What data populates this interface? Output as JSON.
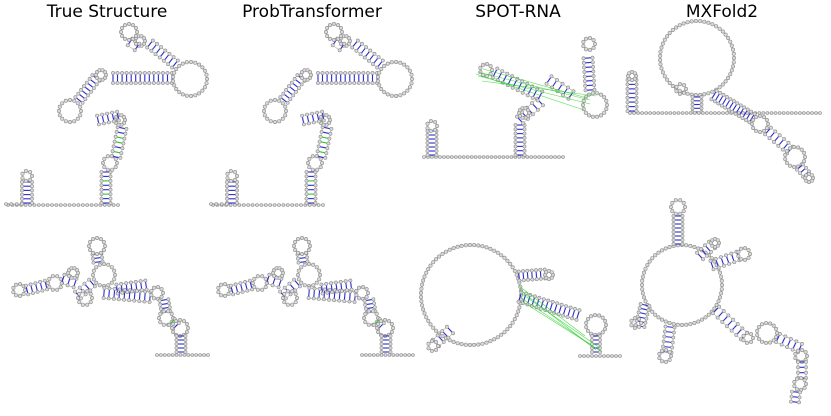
{
  "columns": [
    {
      "title": "True Structure"
    },
    {
      "title": "ProbTransformer"
    },
    {
      "title": "SPOT-RNA"
    },
    {
      "title": "MXFold2"
    }
  ],
  "colors": {
    "nucleotide_fill": "#d9d9d9",
    "nucleotide_stroke": "#8a8a8a",
    "backbone": "#8a8a8a",
    "pair_line": "#2a2ad6",
    "noncanonical_pair": "#22d022",
    "background": "#ffffff"
  },
  "icons": {
    "structure": "rna-secondary-structure-plot"
  }
}
